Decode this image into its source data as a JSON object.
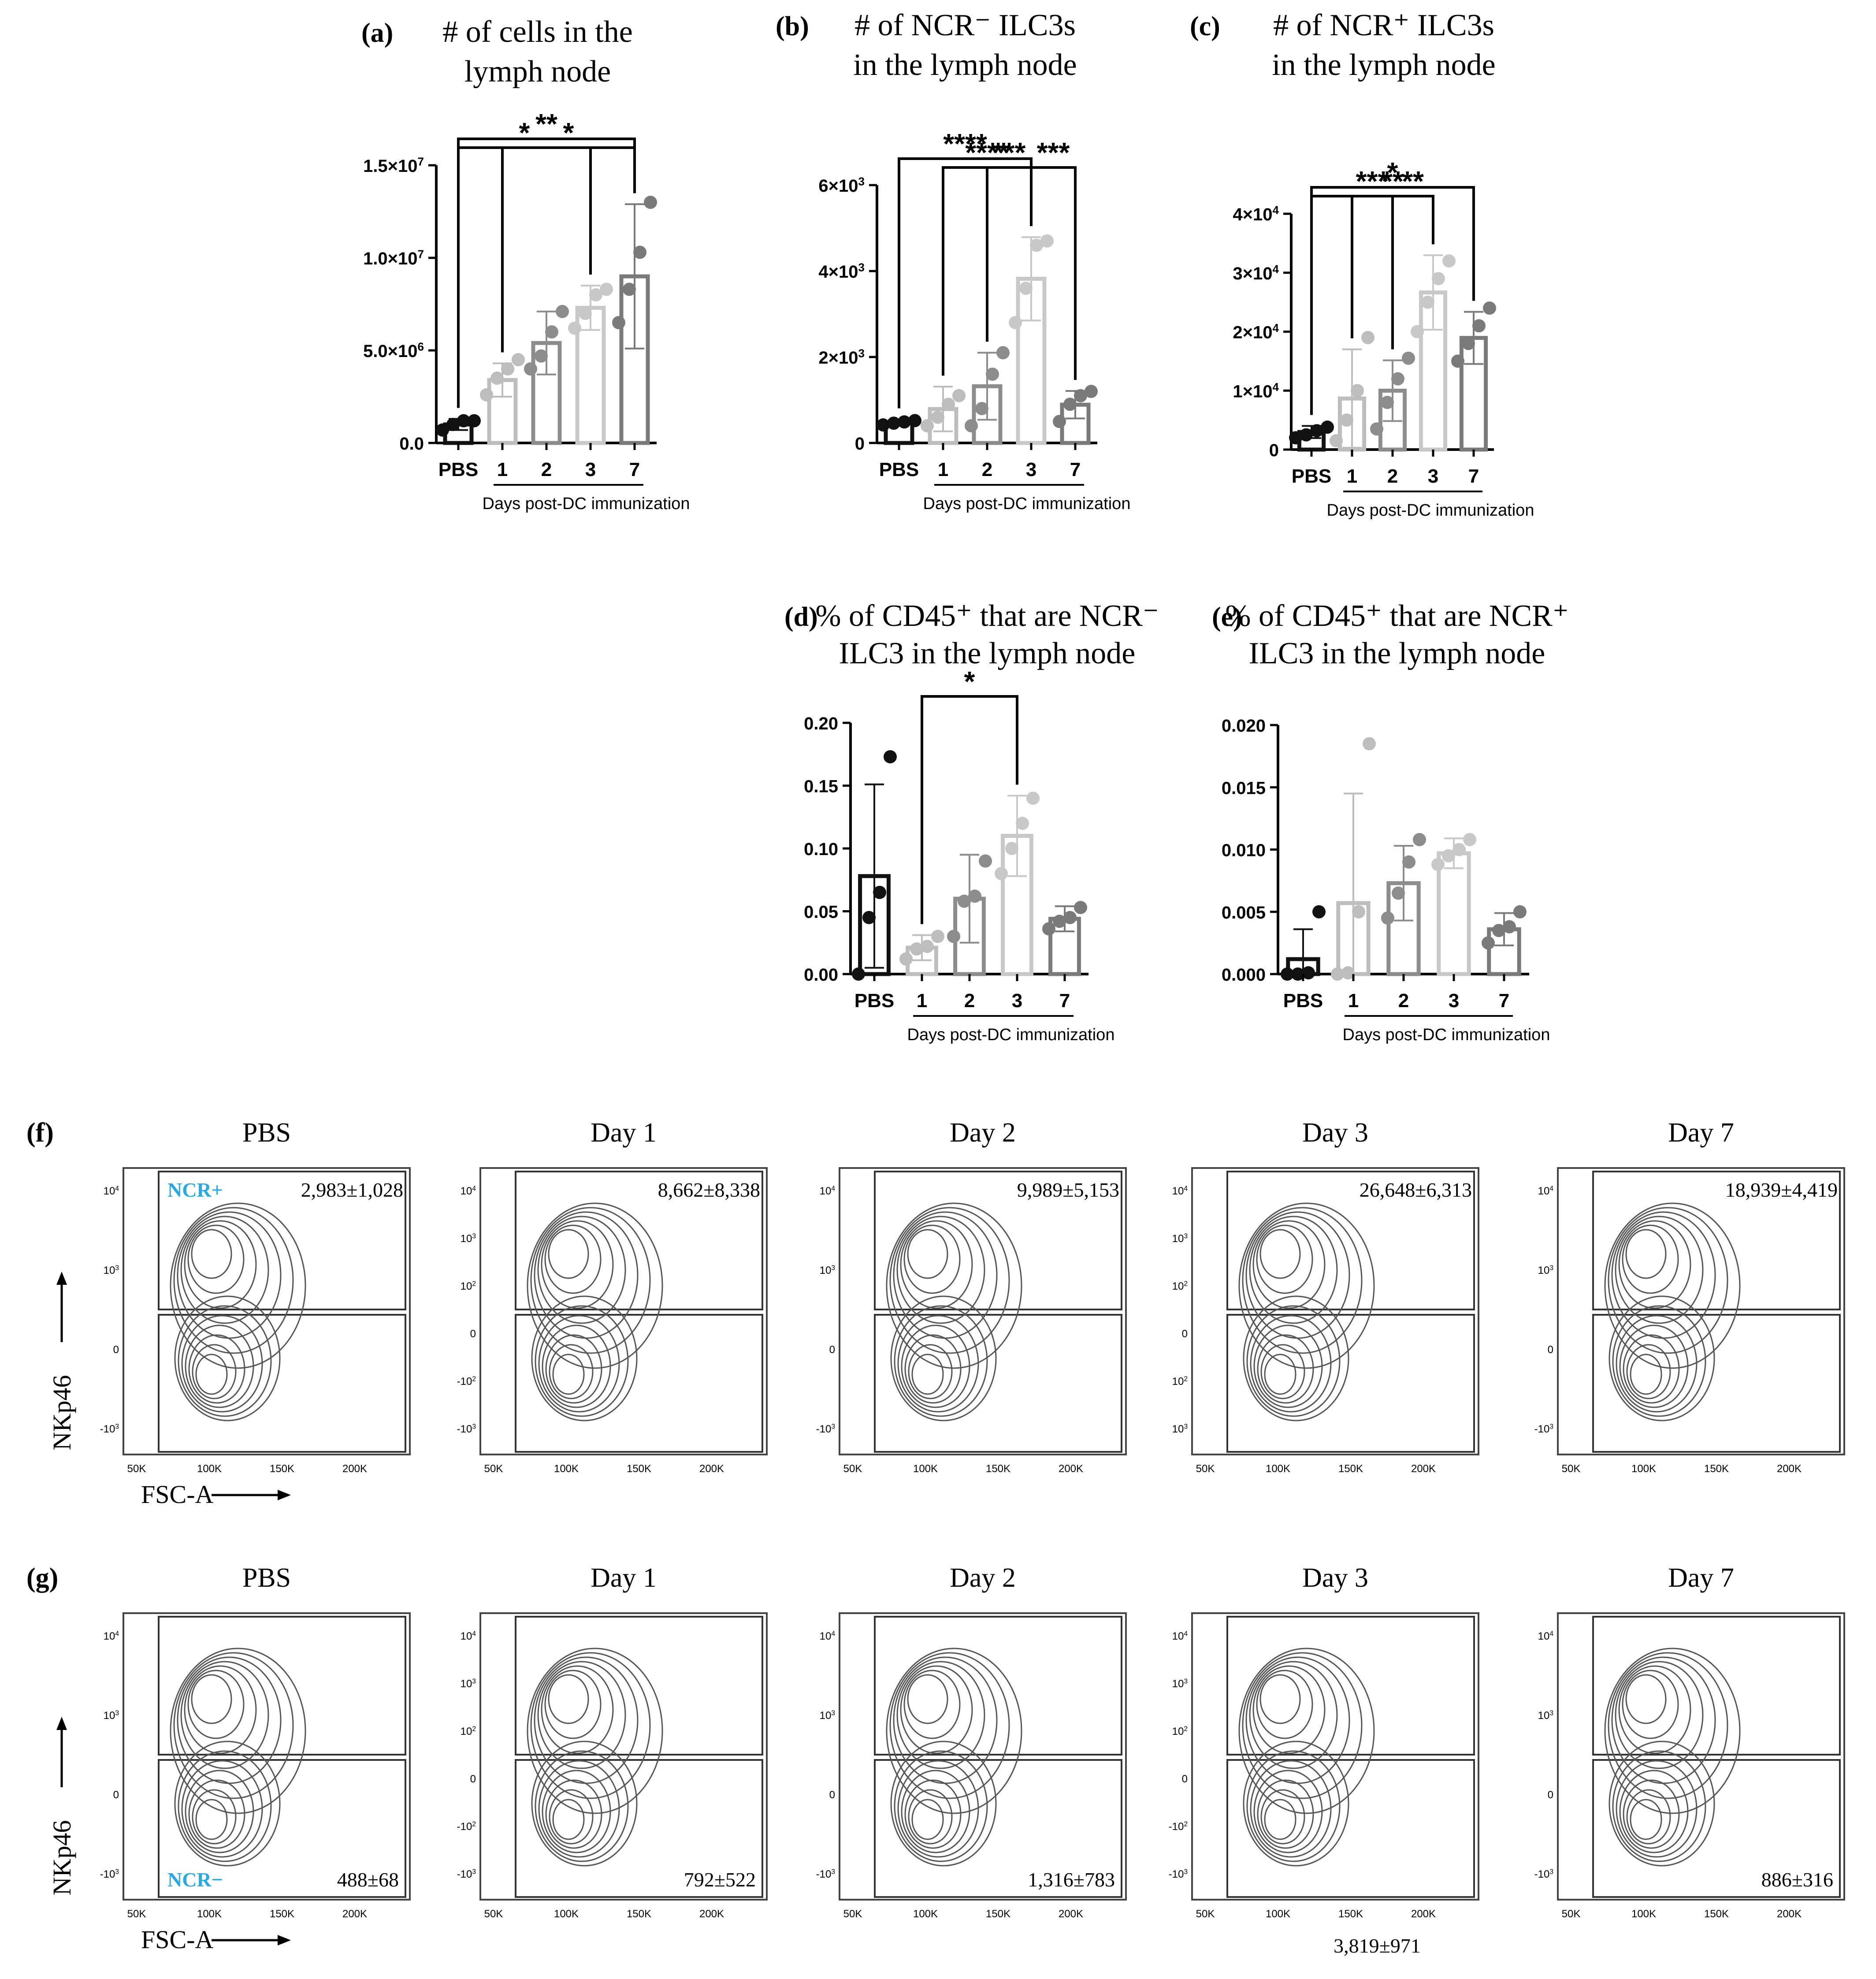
{
  "chart_data": [
    {
      "panel": "(a)",
      "type": "bar",
      "title_lines": [
        "# of cells in the",
        "lymph node"
      ],
      "categories": [
        "PBS",
        "1",
        "2",
        "3",
        "7"
      ],
      "values": [
        1000000,
        3400000,
        5400000,
        7300000,
        9000000
      ],
      "errors": [
        300000,
        900000,
        1700000,
        1200000,
        3900000
      ],
      "points": [
        [
          700000,
          1000000,
          1200000,
          1200000
        ],
        [
          2600000,
          3500000,
          4000000,
          4500000
        ],
        [
          4000000,
          4700000,
          6000000,
          7100000
        ],
        [
          6200000,
          7000000,
          8000000,
          8300000
        ],
        [
          6500000,
          8300000,
          10300000,
          13000000
        ]
      ],
      "ylim": [
        0,
        15000000
      ],
      "yticks": [
        {
          "v": 0,
          "m": "0.0",
          "e": ""
        },
        {
          "v": 5000000,
          "m": "5.0×10",
          "e": "6"
        },
        {
          "v": 10000000,
          "m": "1.0×10",
          "e": "7"
        },
        {
          "v": 15000000,
          "m": "1.5×10",
          "e": "7"
        }
      ],
      "xlabel": "Days post-DC immunization",
      "brackets": [
        {
          "from": 0,
          "to": 4,
          "label": "**"
        },
        {
          "from": 1,
          "to": 4,
          "label": "*"
        },
        {
          "from": 0,
          "to": 3,
          "label": "*"
        }
      ]
    },
    {
      "panel": "(b)",
      "type": "bar",
      "title_lines": [
        "# of NCR⁻ ILC3s",
        "in the lymph node"
      ],
      "categories": [
        "PBS",
        "1",
        "2",
        "3",
        "7"
      ],
      "values": [
        480,
        790,
        1320,
        3820,
        890
      ],
      "errors": [
        70,
        520,
        780,
        970,
        320
      ],
      "points": [
        [
          420,
          460,
          490,
          520
        ],
        [
          400,
          600,
          900,
          1100
        ],
        [
          400,
          800,
          1600,
          2100
        ],
        [
          2800,
          3600,
          4600,
          4700
        ],
        [
          500,
          900,
          1100,
          1200
        ]
      ],
      "ylim": [
        0,
        6000
      ],
      "yticks": [
        {
          "v": 0,
          "m": "0",
          "e": ""
        },
        {
          "v": 2000,
          "m": "2×10",
          "e": "3"
        },
        {
          "v": 4000,
          "m": "4×10",
          "e": "3"
        },
        {
          "v": 6000,
          "m": "6×10",
          "e": "3"
        }
      ],
      "xlabel": "Days post-DC immunization",
      "brackets": [
        {
          "from": 0,
          "to": 3,
          "label": "****"
        },
        {
          "from": 1,
          "to": 3,
          "label": "****"
        },
        {
          "from": 3,
          "to": 4,
          "label": "***"
        },
        {
          "from": 2,
          "to": 3,
          "label": "***"
        }
      ]
    },
    {
      "panel": "(c)",
      "type": "bar",
      "title_lines": [
        "# of NCR⁺ ILC3s",
        "in the lymph node"
      ],
      "categories": [
        "PBS",
        "1",
        "2",
        "3",
        "7"
      ],
      "values": [
        2980,
        8660,
        9990,
        26650,
        18940
      ],
      "errors": [
        1030,
        8340,
        5150,
        6310,
        4420
      ],
      "points": [
        [
          2000,
          2500,
          3200,
          3800
        ],
        [
          1500,
          5000,
          10000,
          19000
        ],
        [
          3500,
          8000,
          12000,
          15500
        ],
        [
          20000,
          25000,
          29000,
          32000
        ],
        [
          15000,
          18000,
          21000,
          24000
        ]
      ],
      "ylim": [
        0,
        40000
      ],
      "yticks": [
        {
          "v": 0,
          "m": "0",
          "e": ""
        },
        {
          "v": 10000,
          "m": "1×10",
          "e": "4"
        },
        {
          "v": 20000,
          "m": "2×10",
          "e": "4"
        },
        {
          "v": 30000,
          "m": "3×10",
          "e": "4"
        },
        {
          "v": 40000,
          "m": "4×10",
          "e": "4"
        }
      ],
      "xlabel": "Days post-DC immunization",
      "brackets": [
        {
          "from": 0,
          "to": 4,
          "label": "*"
        },
        {
          "from": 0,
          "to": 3,
          "label": "***"
        },
        {
          "from": 1,
          "to": 3,
          "label": "**"
        },
        {
          "from": 2,
          "to": 3,
          "label": "**"
        }
      ]
    },
    {
      "panel": "(d)",
      "type": "bar",
      "title_lines": [
        "% of CD45⁺ that are NCR⁻",
        "ILC3 in the lymph node"
      ],
      "categories": [
        "PBS",
        "1",
        "2",
        "3",
        "7"
      ],
      "values": [
        0.078,
        0.021,
        0.06,
        0.11,
        0.044
      ],
      "errors": [
        0.073,
        0.01,
        0.035,
        0.032,
        0.01
      ],
      "points": [
        [
          0.0,
          0.045,
          0.065,
          0.173
        ],
        [
          0.012,
          0.02,
          0.022,
          0.03
        ],
        [
          0.03,
          0.058,
          0.062,
          0.09
        ],
        [
          0.08,
          0.1,
          0.12,
          0.14
        ],
        [
          0.036,
          0.042,
          0.045,
          0.053
        ]
      ],
      "ylim": [
        0,
        0.2
      ],
      "yticks": [
        {
          "v": 0,
          "m": "0.00",
          "e": ""
        },
        {
          "v": 0.05,
          "m": "0.05",
          "e": ""
        },
        {
          "v": 0.1,
          "m": "0.10",
          "e": ""
        },
        {
          "v": 0.15,
          "m": "0.15",
          "e": ""
        },
        {
          "v": 0.2,
          "m": "0.20",
          "e": ""
        }
      ],
      "xlabel": "Days post-DC immunization",
      "brackets": [
        {
          "from": 1,
          "to": 3,
          "label": "*"
        }
      ]
    },
    {
      "panel": "(e)",
      "type": "bar",
      "title_lines": [
        "% of CD45⁺ that are NCR⁺",
        "ILC3 in the lymph node"
      ],
      "categories": [
        "PBS",
        "1",
        "2",
        "3",
        "7"
      ],
      "values": [
        0.0012,
        0.0057,
        0.0073,
        0.0097,
        0.0036
      ],
      "errors": [
        0.0024,
        0.0088,
        0.003,
        0.0012,
        0.0013
      ],
      "points": [
        [
          0.0,
          0.0,
          0.0001,
          0.005
        ],
        [
          0.0,
          0.0001,
          0.005,
          0.0185
        ],
        [
          0.0045,
          0.0065,
          0.009,
          0.0108
        ],
        [
          0.0088,
          0.0095,
          0.01,
          0.0108
        ],
        [
          0.0025,
          0.0035,
          0.0038,
          0.005
        ]
      ],
      "ylim": [
        0,
        0.02
      ],
      "yticks": [
        {
          "v": 0,
          "m": "0.000",
          "e": ""
        },
        {
          "v": 0.005,
          "m": "0.005",
          "e": ""
        },
        {
          "v": 0.01,
          "m": "0.010",
          "e": ""
        },
        {
          "v": 0.015,
          "m": "0.015",
          "e": ""
        },
        {
          "v": 0.02,
          "m": "0.020",
          "e": ""
        }
      ],
      "xlabel": "Days post-DC immunization",
      "brackets": []
    }
  ],
  "flow": {
    "y_axis_label": "NKp46",
    "x_axis_label": "FSC-A",
    "x_ticks": [
      "50K",
      "100K",
      "150K",
      "200K"
    ],
    "row_f": {
      "panel": "(f)",
      "gate_label": "NCR+",
      "plots": [
        {
          "title": "PBS",
          "value": "2,983±1,028",
          "y_ticks": [
            "10",
            "10",
            "0",
            "-10"
          ],
          "y_exps": [
            "4",
            "3",
            "",
            "3"
          ]
        },
        {
          "title": "Day 1",
          "value": "8,662±8,338",
          "y_ticks": [
            "10",
            "10",
            "10",
            "0",
            "-10",
            "-10"
          ],
          "y_exps": [
            "4",
            "3",
            "2",
            "",
            "2",
            "3"
          ]
        },
        {
          "title": "Day 2",
          "value": "9,989±5,153",
          "y_ticks": [
            "10",
            "10",
            "0",
            "-10"
          ],
          "y_exps": [
            "4",
            "3",
            "",
            "3"
          ]
        },
        {
          "title": "Day 3",
          "value": "26,648±6,313",
          "y_ticks": [
            "10",
            "10",
            "10",
            "0",
            "10",
            "10"
          ],
          "y_exps": [
            "4",
            "3",
            "2",
            "",
            "2",
            "3"
          ]
        },
        {
          "title": "Day 7",
          "value": "18,939±4,419",
          "y_ticks": [
            "10",
            "10",
            "0",
            "-10"
          ],
          "y_exps": [
            "4",
            "3",
            "",
            "3"
          ]
        }
      ]
    },
    "row_g": {
      "panel": "(g)",
      "gate_label": "NCR−",
      "plots": [
        {
          "title": "PBS",
          "value": "488±68",
          "y_ticks": [
            "10",
            "10",
            "0",
            "-10"
          ],
          "y_exps": [
            "4",
            "3",
            "",
            "3"
          ]
        },
        {
          "title": "Day 1",
          "value": "792±522",
          "y_ticks": [
            "10",
            "10",
            "10",
            "0",
            "-10",
            "-10"
          ],
          "y_exps": [
            "4",
            "3",
            "2",
            "",
            "2",
            "3"
          ]
        },
        {
          "title": "Day 2",
          "value": "1,316±783",
          "y_ticks": [
            "10",
            "10",
            "0",
            "-10"
          ],
          "y_exps": [
            "4",
            "3",
            "",
            "3"
          ]
        },
        {
          "title": "Day 3",
          "value": "3,819±971",
          "y_ticks": [
            "10",
            "10",
            "10",
            "0",
            "-10",
            "-10"
          ],
          "y_exps": [
            "4",
            "3",
            "2",
            "",
            "2",
            "3"
          ]
        },
        {
          "title": "Day 7",
          "value": "886±316",
          "y_ticks": [
            "10",
            "10",
            "0",
            "-10"
          ],
          "y_exps": [
            "4",
            "3",
            "",
            "3"
          ]
        }
      ]
    }
  },
  "colors": {
    "bar_strokes": [
      "#111111",
      "#bdbdbd",
      "#8c8c8c",
      "#c8c8c8",
      "#7a7a7a"
    ],
    "gate_label": "#29a9e0",
    "contour": "#555555"
  }
}
